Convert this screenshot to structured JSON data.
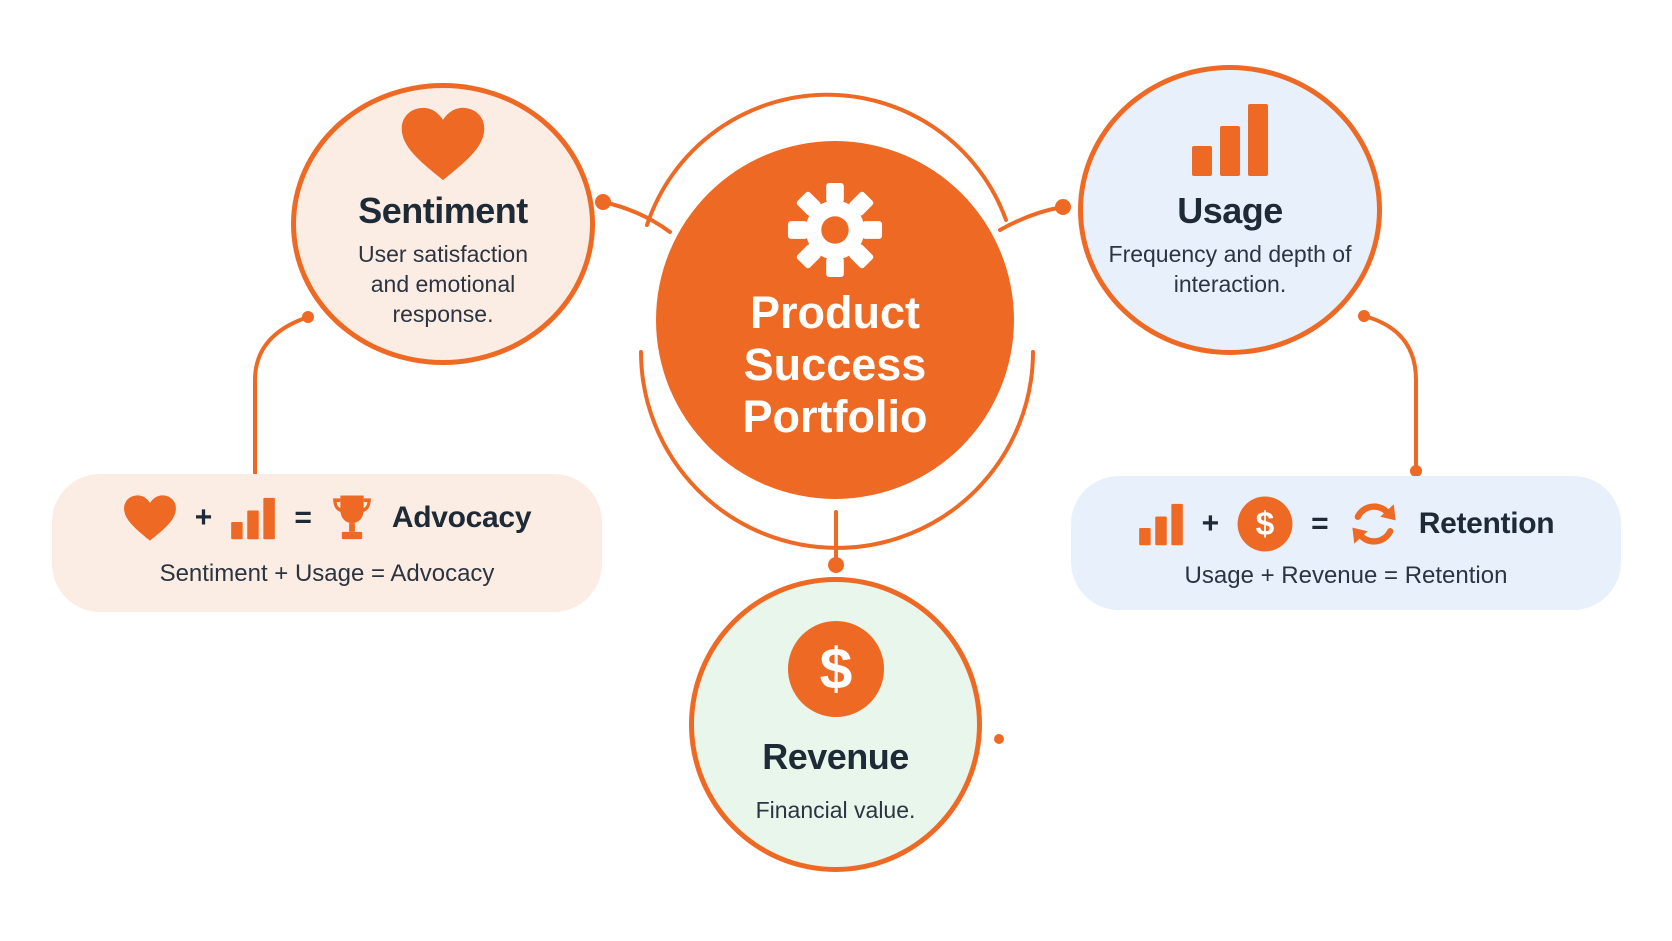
{
  "hub": {
    "title_lines": [
      "Product",
      "Success",
      "Portfolio"
    ],
    "icon": "gear-icon"
  },
  "nodes": {
    "sentiment": {
      "title": "Sentiment",
      "description": "User satisfaction and emotional response.",
      "icon": "heart-icon"
    },
    "usage": {
      "title": "Usage",
      "description": "Frequency and depth of interaction.",
      "icon": "bar-chart-icon"
    },
    "revenue": {
      "title": "Revenue",
      "description": "Financial value.",
      "icon": "dollar-icon"
    }
  },
  "equations": {
    "advocacy": {
      "result": "Advocacy",
      "text": "Sentiment + Usage = Advocacy",
      "plus": "+",
      "equals": "=",
      "icons": [
        "heart-icon",
        "bar-chart-icon",
        "trophy-icon"
      ]
    },
    "retention": {
      "result": "Retention",
      "text": "Usage + Revenue = Retention",
      "plus": "+",
      "equals": "=",
      "icons": [
        "bar-chart-icon",
        "dollar-icon",
        "refresh-icon"
      ]
    }
  },
  "colors": {
    "accent": "#EE6A24",
    "text": "#1e2a36",
    "sentiment_bg": "#FCEDE4",
    "usage_bg": "#E8F1FB",
    "revenue_bg": "#E9F6EC"
  }
}
